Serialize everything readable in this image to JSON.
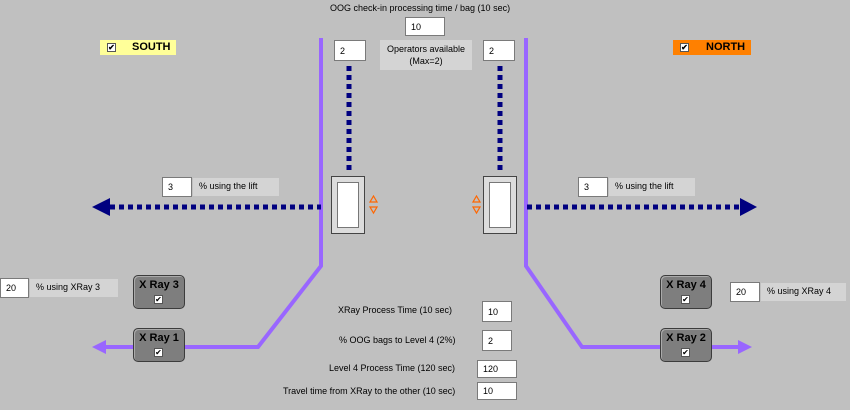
{
  "top": {
    "checkin_label": "OOG check-in processing time / bag (10 sec)",
    "checkin_value": "10",
    "operators_label_line1": "Operators available",
    "operators_label_line2": "(Max=2)",
    "operators_south": "2",
    "operators_north": "2"
  },
  "south": {
    "label": "SOUTH",
    "checked": "✔",
    "color": "#ffff99",
    "lift_value": "3",
    "lift_label": "% using the lift",
    "xray3_pct": "20",
    "xray3_pct_label": "% using XRay 3"
  },
  "north": {
    "label": "NORTH",
    "checked": "✔",
    "color": "#ff8000",
    "lift_value": "3",
    "lift_label": "% using the lift",
    "xray4_pct": "20",
    "xray4_pct_label": "% using XRay 4"
  },
  "xrays": {
    "x1": {
      "label": "X Ray 1",
      "checked": "✔"
    },
    "x2": {
      "label": "X Ray 2",
      "checked": "✔"
    },
    "x3": {
      "label": "X Ray 3",
      "checked": "✔"
    },
    "x4": {
      "label": "X Ray 4",
      "checked": "✔"
    }
  },
  "params": {
    "xray_time_label": "XRay Process Time (10 sec)",
    "xray_time_value": "10",
    "oog_level4_label": "% OOG bags to Level 4 (2%)",
    "oog_level4_value": "2",
    "level4_time_label": "Level 4 Process  Time (120 sec)",
    "level4_time_value": "120",
    "travel_time_label": "Travel time from XRay to the other (10 sec)",
    "travel_time_value": "10"
  },
  "colors": {
    "belt": "#9966ff",
    "dotted": "#000080",
    "lift_arrow": "#ff6600"
  }
}
